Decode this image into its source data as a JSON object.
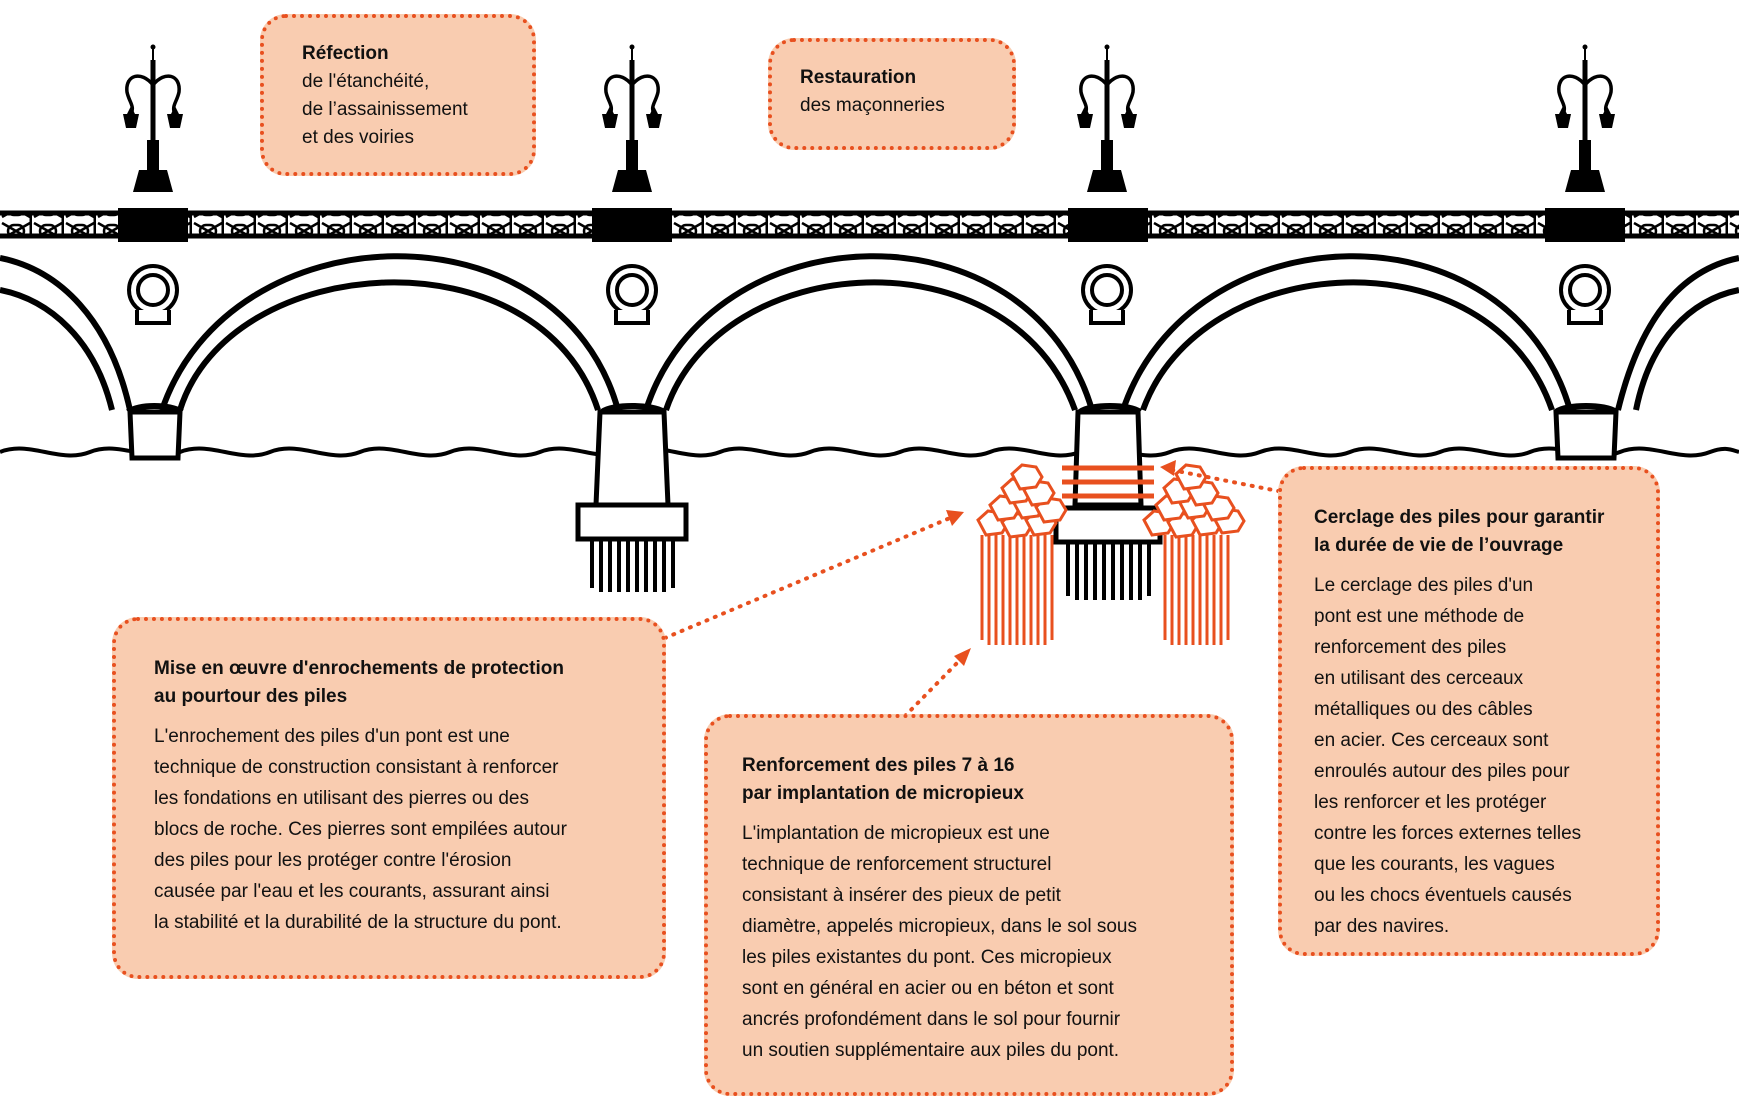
{
  "colors": {
    "accent": "#e8501f",
    "box_fill": "#f9ccb0",
    "structure": "#000000"
  },
  "callouts": {
    "refection": {
      "title": "Réfection",
      "lines": [
        "de l'étanchéité,",
        "de l’assainissement",
        "et des voiries"
      ]
    },
    "restauration": {
      "title": "Restauration",
      "lines": [
        "des maçonneries"
      ]
    },
    "enrochements": {
      "title_lines": [
        "Mise en œuvre d'enrochements de protection",
        "au pourtour des piles"
      ],
      "body_lines": [
        "L'enrochement des piles d'un pont est une",
        "technique de construction consistant à renforcer",
        "les fondations en utilisant des pierres ou des",
        "blocs de roche. Ces pierres sont empilées autour",
        "des piles pour les protéger contre l'érosion",
        "causée par l'eau et les courants, assurant ainsi",
        "la stabilité et la durabilité de la structure du pont."
      ]
    },
    "micropieux": {
      "title_lines": [
        "Renforcement des piles 7 à 16",
        "par implantation de micropieux"
      ],
      "body_lines": [
        "L'implantation de micropieux est une",
        "technique de renforcement structurel",
        "consistant à insérer des pieux de petit",
        "diamètre, appelés micropieux, dans le sol sous",
        "les piles existantes du pont. Ces micropieux",
        "sont en général en acier ou en béton et sont",
        "ancrés profondément dans le sol pour fournir",
        "un soutien supplémentaire aux piles du pont."
      ]
    },
    "cerclage": {
      "title_lines": [
        "Cerclage des piles pour garantir",
        "la durée de vie de l’ouvrage"
      ],
      "body_lines": [
        "Le cerclage des piles d'un",
        "pont est une méthode de",
        "renforcement des piles",
        "en utilisant des cerceaux",
        "métalliques ou des câbles",
        "en acier. Ces cerceaux sont",
        "enroulés autour des piles pour",
        "les renforcer et les protéger",
        "contre les forces externes telles",
        "que les courants, les vagues",
        "ou les chocs éventuels causés",
        "par des navires."
      ]
    }
  }
}
